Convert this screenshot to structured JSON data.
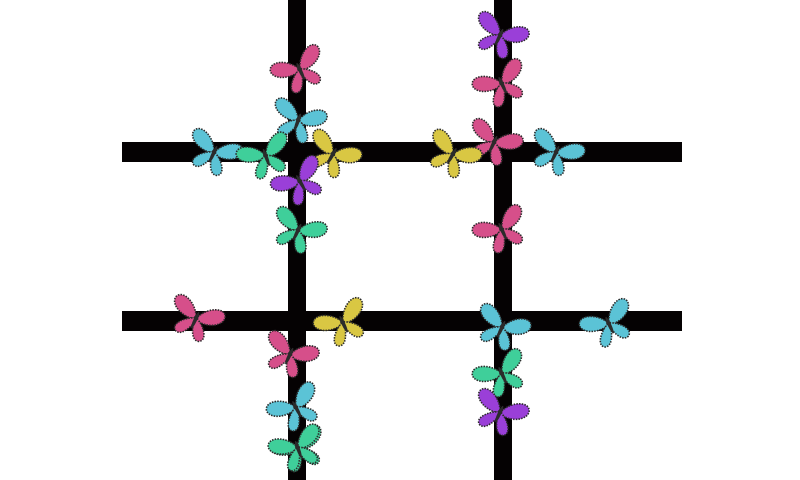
{
  "scene": {
    "background_color": "#ffffff",
    "grid_color": "#050203"
  },
  "palette": {
    "pink": "#d64f8a",
    "cyan": "#5bc3d6",
    "teal": "#3fcf9a",
    "yellow": "#d9c743",
    "purple": "#9a3fd8"
  },
  "butterflies": [
    {
      "id": "pink-1",
      "color": "pink"
    },
    {
      "id": "cyan-1",
      "color": "cyan"
    },
    {
      "id": "cyan-2",
      "color": "cyan"
    },
    {
      "id": "teal-1",
      "color": "teal"
    },
    {
      "id": "yellow-1",
      "color": "yellow"
    },
    {
      "id": "purple-1",
      "color": "purple"
    },
    {
      "id": "teal-2",
      "color": "teal"
    },
    {
      "id": "purple-2",
      "color": "purple"
    },
    {
      "id": "pink-2",
      "color": "pink"
    },
    {
      "id": "pink-3",
      "color": "pink"
    },
    {
      "id": "yellow-2",
      "color": "yellow"
    },
    {
      "id": "cyan-3",
      "color": "cyan"
    },
    {
      "id": "pink-4",
      "color": "pink"
    },
    {
      "id": "pink-5",
      "color": "pink"
    },
    {
      "id": "yellow-3",
      "color": "yellow"
    },
    {
      "id": "pink-6",
      "color": "pink"
    },
    {
      "id": "cyan-4",
      "color": "cyan"
    },
    {
      "id": "teal-3",
      "color": "teal"
    },
    {
      "id": "cyan-5",
      "color": "cyan"
    },
    {
      "id": "teal-4",
      "color": "teal"
    },
    {
      "id": "purple-3",
      "color": "purple"
    },
    {
      "id": "cyan-6",
      "color": "cyan"
    },
    {
      "id": "teal-5",
      "color": "teal"
    }
  ]
}
